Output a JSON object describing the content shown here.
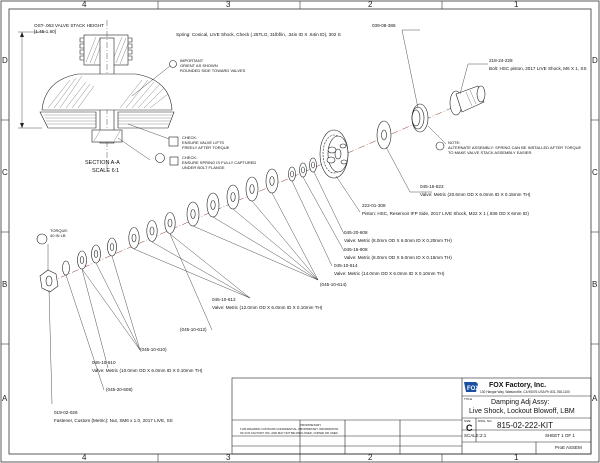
{
  "zones": {
    "top": [
      "4",
      "3",
      "2",
      "1"
    ],
    "side": [
      "D",
      "C",
      "B",
      "A"
    ]
  },
  "section_view": {
    "stack_label_1": "OST-.063  VALVE STACK HEIGHT",
    "stack_label_2": "[1.45-1.60]",
    "important_1": "IMPORTANT",
    "important_2": "ORIENT AS SHOWN",
    "important_3": "ROUNDED SIDE TOWARD VALVES",
    "check_1": "CHECK:",
    "check_2": "ENSURE VALVE LIFTS",
    "check_3": "FREELY AFTER TORQUE",
    "check_4": "CHECK:",
    "check_5": "ENSURE SPRING IS FULLY CAPTURED",
    "check_6": "UNDER BOLT FLANGE",
    "section_title": "SECTION  A-A",
    "section_scale": "SCALE  6:1"
  },
  "callouts": {
    "spring_num": "039-08-386",
    "spring_desc": "Spring: Conical, LIVE Shock, Check (.25TLG, 31lbf/in, .34in ID X .64in ID), 302 S",
    "bolt_num": "218-24-228",
    "bolt_desc": "Bolt: HSC piston, 2017 LIVE Shock, M6 X 1, SS",
    "note_1": "NOTE:",
    "note_2": "ALTERNATE ASSEMBLY: SPRING CAN BE INSTALLED AFTER TORQUE",
    "note_3": "TO MAKE VALVE STACK ASSEMBLY EASIER.",
    "v823_num": "045-15-823",
    "v823_desc": "Valve: Metric (20.6mm OD X 6.0mm ID X 0.15mm TH)",
    "piston_num": "222-01-308",
    "piston_desc": "Piston: HSC, Reservoir IFP Side, 2017 LIVE Shock, M22 X 1 (.936 OD X 6mm ID)",
    "v608_num": "045-20-608",
    "v608_desc": "Valve: Metric (8.0mm OD X 6.0mm ID X 0.20mm TH)",
    "v908_num": "045-15-908",
    "v908_desc": "Valve: Metric (8.0mm OD X 6.0mm ID X 0.15mm TH)",
    "v614_num": "045-10-614",
    "v614_desc": "Valve: Metric (14.0mm OD X 6.0mm ID X 0.10mm TH)",
    "v614_bracket": "(045-10-614)",
    "v612_num": "045-10-612",
    "v612_desc": "Valve: Metric (12.0mm OD X 6.0mm ID X 0.10mm TH)",
    "v612_bracket": "(045-10-612)",
    "v610_bracket": "(045-10-610)",
    "v610_num": "045-10-610",
    "v610_desc": "Valve: Metric (10.0mm OD X 6.0mm ID X 0.10mm TH)",
    "v20608_bracket": "(045-20-608)",
    "nut_num": "019-02-026",
    "nut_desc": "Fastener, Custom (Metric): Nut, SM6 x 1.0, 2017 LIVE, SS",
    "torque_1": "TORQUE:",
    "torque_2": "40 IN LB"
  },
  "title_block": {
    "company": "FOX Factory, Inc.",
    "address": "130 Hangar Way, Watsonville, CA 95076 USA  Ph 831-768-1100",
    "title_label": "TITLE",
    "title_1": "Damping Adj Assy:",
    "title_2": "Live Shock, Lockout Blowoff, LBM",
    "size_label": "SIZE",
    "size": "C",
    "dwg_label": "DWG. NO.",
    "dwg_no": "815-02-222-KIT",
    "scale_label": "SCALE:",
    "scale": "2:1",
    "sheet": "SHEET 1 OF 1",
    "software": "ProE ASSEM",
    "confidential_1": "PROPRIETARY",
    "confidential_2": "THIS DRAWING CONTAINS CONFIDENTIAL, PROPRIETARY INFORMATION",
    "confidential_3": "OF FOX FACTORY INC. AND MAY NOT BE DISCLOSED, COPIED OR USED"
  }
}
